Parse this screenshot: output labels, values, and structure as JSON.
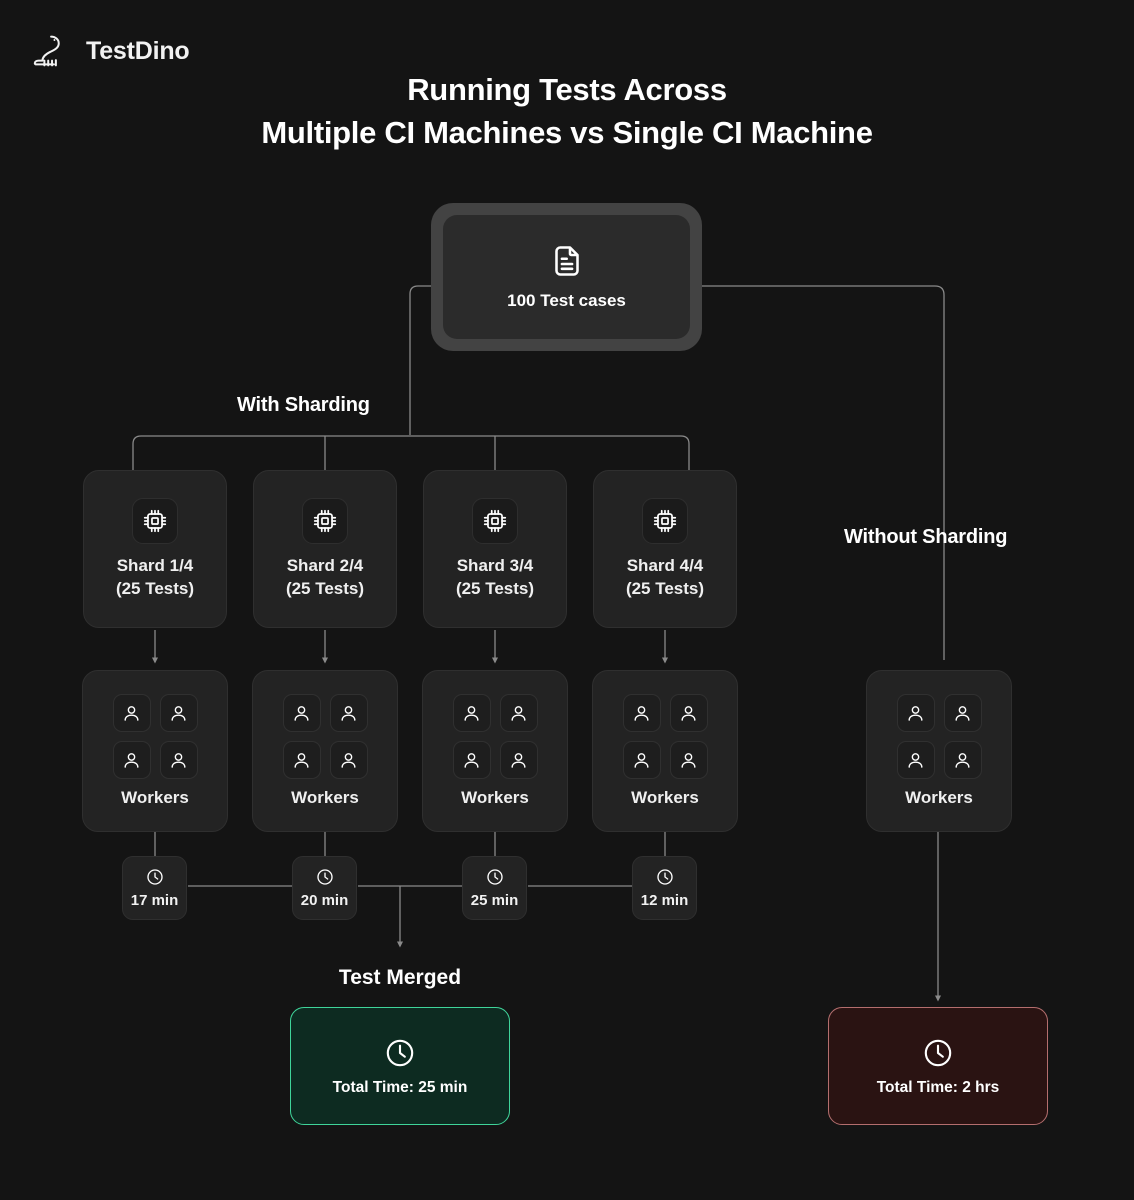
{
  "brand": {
    "name": "TestDino",
    "logo_icon": "dinosaur-icon"
  },
  "title": {
    "line1": "Running Tests Across",
    "line2": "Multiple CI Machines vs Single CI Machine"
  },
  "root": {
    "label": "100 Test cases",
    "icon": "document-icon"
  },
  "branches": {
    "left_label": "With Sharding",
    "right_label": "Without Sharding"
  },
  "shards": [
    {
      "name": "Shard 1/4",
      "tests": "(25 Tests)",
      "icon": "cpu-icon"
    },
    {
      "name": "Shard 2/4",
      "tests": "(25 Tests)",
      "icon": "cpu-icon"
    },
    {
      "name": "Shard 3/4",
      "tests": "(25 Tests)",
      "icon": "cpu-icon"
    },
    {
      "name": "Shard 4/4",
      "tests": "(25 Tests)",
      "icon": "cpu-icon"
    }
  ],
  "workers": {
    "label": "Workers",
    "icon": "user-icon",
    "count_per_box": 4,
    "boxes": [
      {
        "label": "Workers"
      },
      {
        "label": "Workers"
      },
      {
        "label": "Workers"
      },
      {
        "label": "Workers"
      },
      {
        "label": "Workers"
      }
    ]
  },
  "times": [
    {
      "value": "17 min",
      "icon": "clock-icon"
    },
    {
      "value": "20 min",
      "icon": "clock-icon"
    },
    {
      "value": "25 min",
      "icon": "clock-icon"
    },
    {
      "value": "12 min",
      "icon": "clock-icon"
    }
  ],
  "merged": {
    "label": "Test Merged"
  },
  "results": {
    "sharded": {
      "text": "Total Time: 25 min",
      "icon": "clock-icon",
      "border_color": "#3fd49a",
      "fill_color": "#0d2b21"
    },
    "unsharded": {
      "text": "Total Time: 2 hrs",
      "icon": "clock-icon",
      "border_color": "#b46e6e",
      "fill_color": "#2a1312"
    }
  },
  "colors": {
    "background": "#141414",
    "card": "#232323",
    "card_frame": "#434343",
    "wire": "#8a8a8a",
    "text": "#ffffff"
  }
}
